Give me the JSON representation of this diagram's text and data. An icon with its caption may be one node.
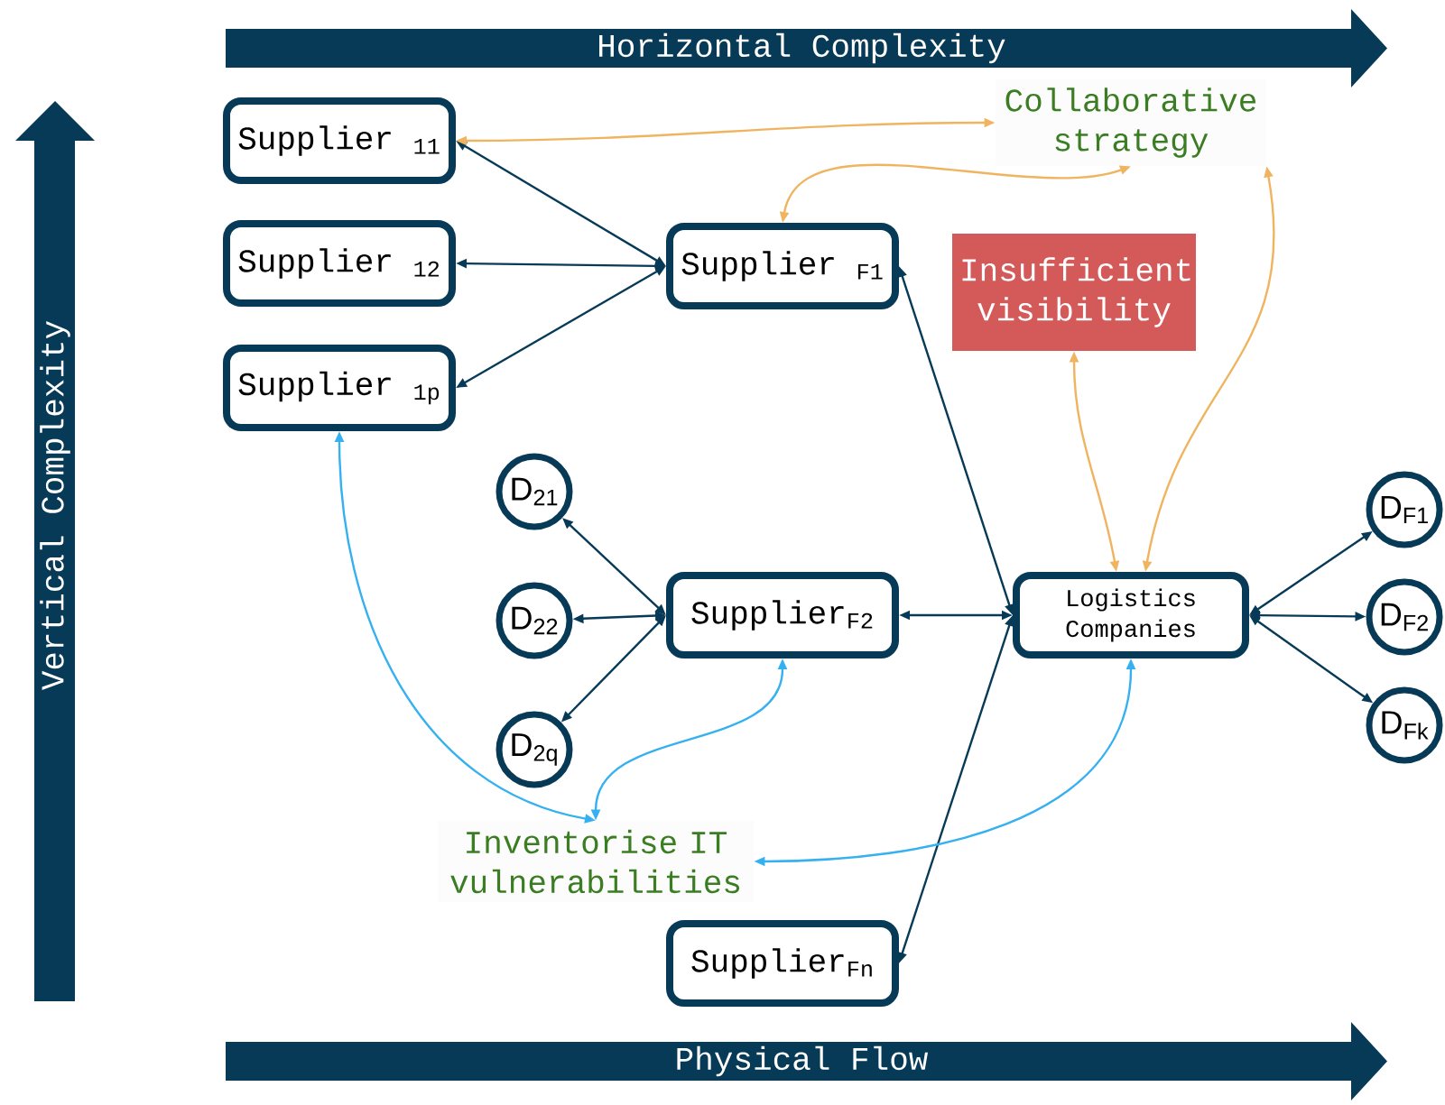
{
  "diagram": {
    "nodes": [
      {
        "text": [
          "Supplier $_{11}$"
        ]
      },
      {
        "text": [
          "Supplier $_{12}$"
        ]
      },
      {
        "text": [
          "Supplier $_{1p}$"
        ]
      },
      {
        "text": [
          "Supplier $_{F1}$"
        ]
      },
      {
        "text": [
          "Collaborative strategy"
        ]
      },
      {
        "text": [
          "Insufficient visibility"
        ]
      },
      {
        "text": [
          "D$_{21}$"
        ]
      },
      {
        "text": [
          "D$_{22}$"
        ]
      },
      {
        "text": [
          "D$_{2q}$"
        ]
      },
      {
        "text": [
          "Supplier$_{F2}$"
        ]
      },
      {
        "text": [
          "Logistics Companies"
        ]
      },
      {
        "text": [
          "D$_{F1}$"
        ]
      },
      {
        "text": [
          "D$_{F2}$"
        ]
      },
      {
        "text": [
          "D$_{Fk}$"
        ]
      },
      {
        "text": [
          "Inventorise IT vulnerabilities"
        ]
      },
      {
        "text": [
          "Supplier$_{Fn}$"
        ]
      }
    ],
    "edges": [
      {
        "from": 0,
        "to": 3,
        "arrow": "both"
      },
      {
        "from": 1,
        "to": 3,
        "arrow": "both"
      },
      {
        "from": 2,
        "to": 3,
        "arrow": "both"
      },
      {
        "from": 3,
        "to": 10,
        "arrow": "both"
      },
      {
        "from": 9,
        "to": 6,
        "arrow": "both"
      },
      {
        "from": 9,
        "to": 7,
        "arrow": "both"
      },
      {
        "from": 9,
        "to": 8,
        "arrow": "both"
      },
      {
        "from": 9,
        "to": 10,
        "arrow": "both"
      },
      {
        "from": 15,
        "to": 10,
        "arrow": "both"
      },
      {
        "from": 10,
        "to": 11,
        "arrow": "both"
      },
      {
        "from": 10,
        "to": 12,
        "arrow": "both"
      },
      {
        "from": 10,
        "to": 13,
        "arrow": "both"
      },
      {
        "from": 0,
        "to": 4,
        "arrow": "both",
        "color": "#f0b460"
      },
      {
        "from": 3,
        "to": 4,
        "arrow": "both",
        "color": "#f0b460"
      },
      {
        "from": 10,
        "to": 5,
        "arrow": "both",
        "color": "#f0b460"
      },
      {
        "from": 10,
        "to": 4,
        "arrow": "both",
        "color": "#f0b460"
      },
      {
        "from": 2,
        "to": 14,
        "arrow": "both",
        "color": "#35b0f0"
      },
      {
        "from": 9,
        "to": 14,
        "arrow": "both",
        "color": "#35b0f0"
      },
      {
        "from": 10,
        "to": 14,
        "arrow": "both",
        "color": "#35b0f0"
      }
    ],
    "labels": [
      "Horizontal Complexity",
      "Vertical Complexity",
      "Physical Flow"
    ]
  }
}
